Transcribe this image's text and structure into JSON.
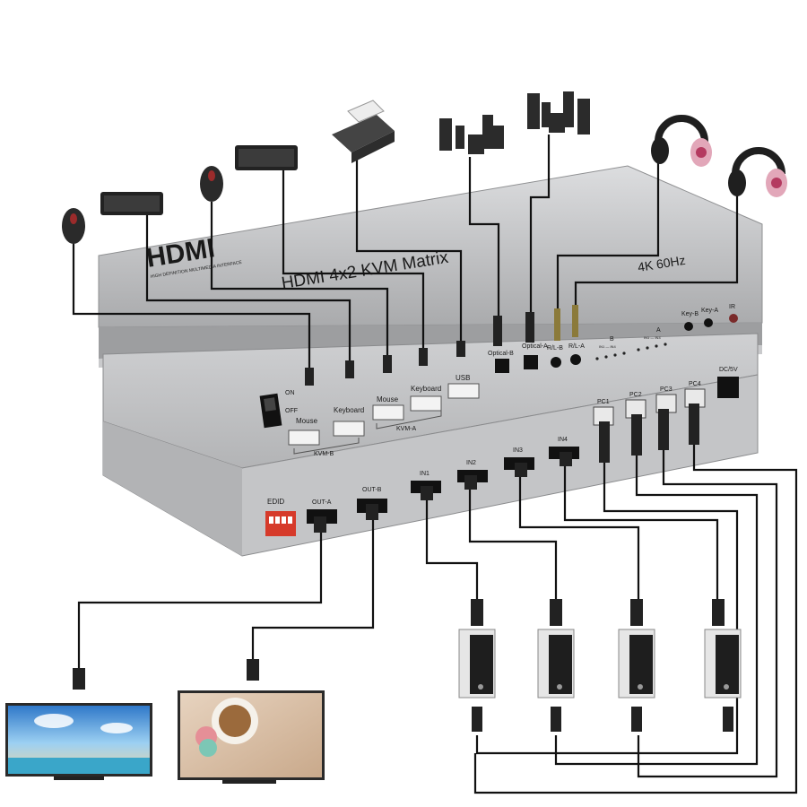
{
  "device": {
    "brand": "HDMI",
    "brand_tagline": "HIGH DEFINITION MULTIMEDIA INTERFACE",
    "model": "HDMI 4x2 KVM Matrix",
    "resolution": "4K 60Hz"
  },
  "top_panel": {
    "power_on": "ON",
    "power_off": "OFF",
    "usb_ports": [
      "Mouse",
      "Keyboard",
      "Mouse",
      "Keyboard",
      "USB"
    ],
    "group_b": "KVM-B",
    "group_a": "KVM-A",
    "optical": [
      "Optical-B",
      "Optical-A"
    ],
    "audio_jacks": [
      "R/L-B",
      "R/L-A"
    ],
    "led_b": "B",
    "led_a": "A",
    "led_b_range": "IN1 — IN4",
    "led_a_range": "IN1 — IN4",
    "buttons": [
      "Key-B",
      "Key-A"
    ],
    "ir": "IR",
    "pc_ports": [
      "PC1",
      "PC2",
      "PC3",
      "PC4"
    ],
    "dc": "DC/5V"
  },
  "bottom_panel": {
    "edid": "EDID",
    "outputs": [
      "OUT-A",
      "OUT-B"
    ],
    "inputs": [
      "IN1",
      "IN2",
      "IN3",
      "IN4"
    ]
  },
  "colors": {
    "case": "#bfc0c2",
    "case_dark": "#9a9b9d",
    "edid_switch": "#d63a2a",
    "headphone_pink": "#e2a7b9",
    "wire": "#111111"
  },
  "icons": [
    "mouse-icon",
    "keyboard-icon",
    "printer-icon",
    "speaker-system-icon",
    "headphones-icon",
    "monitor-icon",
    "pc-tower-icon",
    "hdmi-plug-icon",
    "usb-plug-icon"
  ]
}
